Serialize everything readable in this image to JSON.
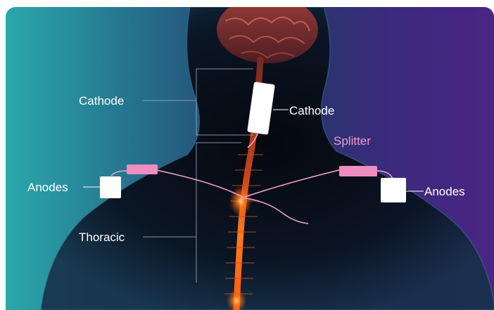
{
  "diagram": {
    "labels": {
      "cathode_left": "Cathode",
      "cathode_right": "Cathode",
      "splitter": "Splitter",
      "anodes_left": "Anodes",
      "anodes_right": "Anodes",
      "thoracic": "Thoracic"
    },
    "colors": {
      "background_left": "#2aa8aa",
      "background_right": "#4a2584",
      "electrode": "#ffffff",
      "splitter": "#f08dc0",
      "lead_wire": "#f5a6d0",
      "spinal_glow": "#ff6a1a",
      "bracket_line": "#9fb0c4"
    }
  }
}
